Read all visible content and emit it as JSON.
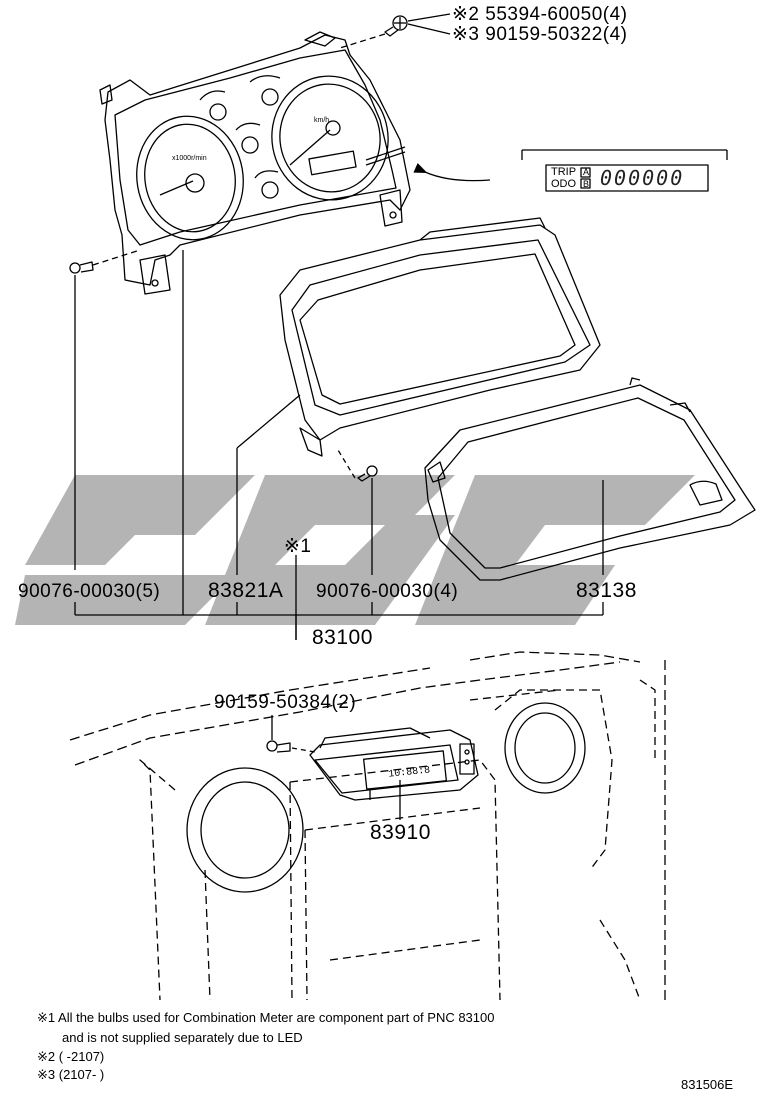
{
  "part_numbers": {
    "screw_top_a": "※2 55394-60050(4)",
    "screw_top_b": "※3 90159-50322(4)",
    "screw_left": "90076-00030(5)",
    "meter_glass": "83821A",
    "bulb_note_ref": "※1",
    "screw_center": "90076-00030(4)",
    "meter_hood": "83138",
    "combination_meter": "83100",
    "clock_screw": "90159-50384(2)",
    "clock": "83910"
  },
  "odometer_display": {
    "trip_label": "TRIP",
    "odo_label": "ODO",
    "trip_badge": "A",
    "odo_badge": "B",
    "digits": "000000"
  },
  "gauge_text": {
    "tach_unit": "x1000r/min",
    "speed_unit": "km/h",
    "clock_digits": "10:88:8"
  },
  "notes": {
    "note1_line1": "※1 All the bulbs used for Combination Meter are component part of PNC 83100",
    "note1_line2": "and is not supplied separately due to LED",
    "note2": "※2 (     -2107)",
    "note3": "※3 (2107-     )"
  },
  "figure_id": "831506E",
  "colors": {
    "line": "#000000",
    "watermark": "#b4b4b4"
  }
}
